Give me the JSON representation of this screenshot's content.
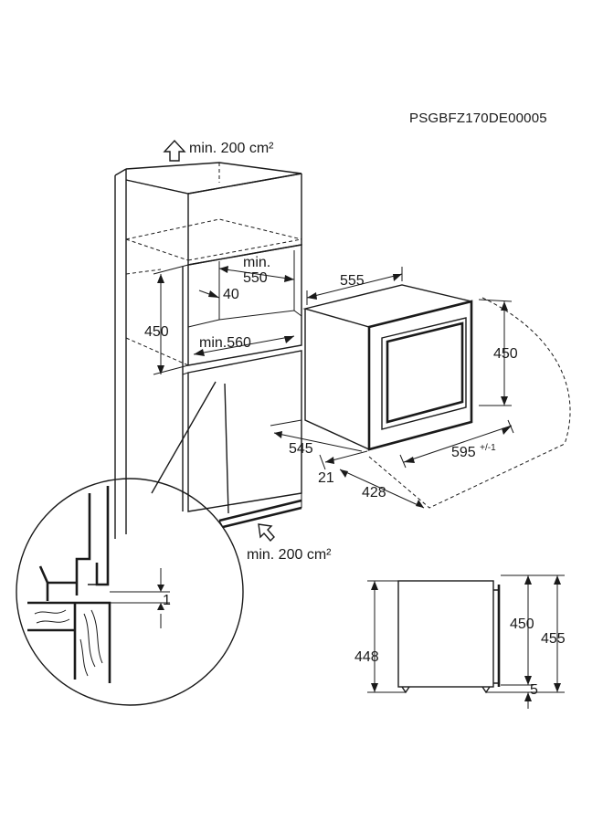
{
  "document_code": "PSGBFZ170DE00005",
  "ventilation": {
    "top": "min. 200 cm²",
    "bottom": "min. 200 cm²"
  },
  "cabinet_niche": {
    "depth_min": "min.\n550",
    "side_gap": "40",
    "height": "450",
    "width_min": "min.560"
  },
  "appliance": {
    "depth": "555",
    "height": "450",
    "front_depth": "545",
    "width": "595",
    "width_tolerance": "+/-1",
    "front_offset": "21",
    "body_width": "428"
  },
  "detail": {
    "gap": "1"
  },
  "side_view": {
    "body_height": "448",
    "inner_height": "450",
    "total_height": "455",
    "foot": "5"
  }
}
